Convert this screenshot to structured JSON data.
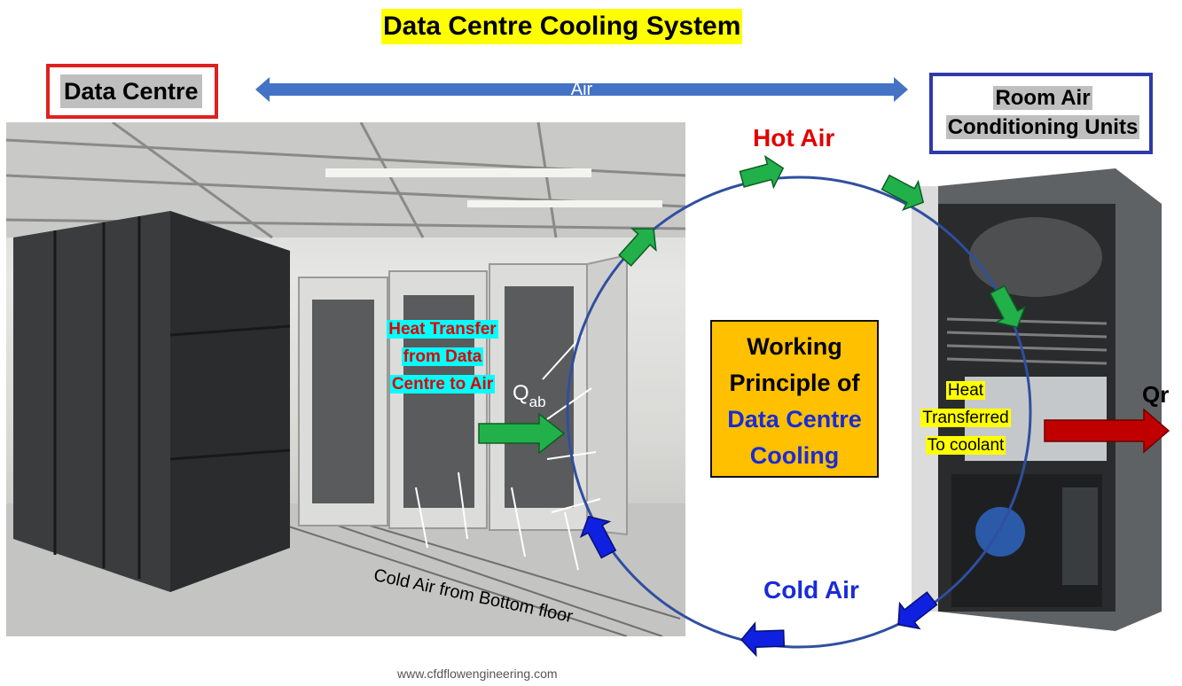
{
  "title": "Data Centre Cooling System",
  "data_centre_label": "Data Centre",
  "air_label": "Air",
  "racu_label": [
    "Room Air",
    "Conditioning Units"
  ],
  "hot_air_label": "Hot Air",
  "cold_air_label": "Cold Air",
  "heat_transfer_label": [
    "Heat Transfer",
    "from Data",
    "Centre to Air"
  ],
  "qab_label": {
    "main": "Q",
    "sub": "ab"
  },
  "cold_air_floor_label": "Cold Air from Bottom floor",
  "working_principle": {
    "line1": "Working",
    "line2": "Principle of",
    "line3": "Data Centre",
    "line4": "Cooling"
  },
  "heat_coolant_label": [
    "Heat",
    "Transferred",
    "To coolant"
  ],
  "qr_label": "Qr",
  "footer": "www.cfdflowengineering.com",
  "colors": {
    "title_highlight": "#ffff00",
    "data_centre_border": "#e02020",
    "racu_border": "#2e3aa8",
    "air_arrow": "#4472c4",
    "loop": "#2f4f9f",
    "hot_arrow": "#22b04a",
    "cold_arrow": "#1020e0",
    "qr_arrow": "#c00000",
    "working_box": "#ffc000"
  }
}
